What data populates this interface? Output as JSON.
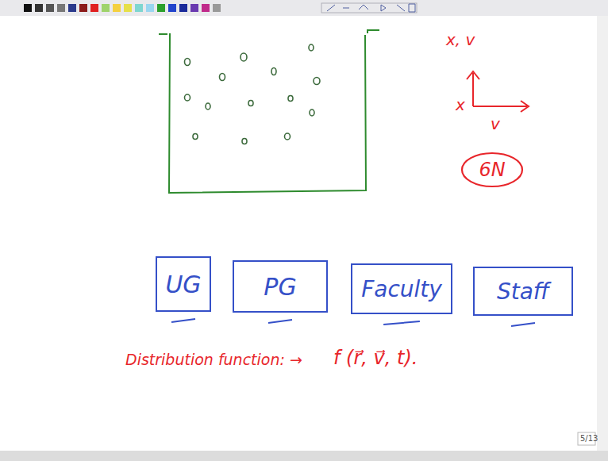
{
  "diagram": {
    "nodes": [
      {
        "text": [
          "6N"
        ]
      },
      {
        "text": [
          "UG"
        ]
      },
      {
        "text": [
          "PG"
        ]
      },
      {
        "text": [
          "Faculty"
        ]
      },
      {
        "text": [
          "Staff"
        ]
      }
    ],
    "labels": [
      "x, v",
      "x",
      "v",
      "Distribution function: →",
      "f (r⃗, v⃗, t).",
      "5/13"
    ]
  }
}
